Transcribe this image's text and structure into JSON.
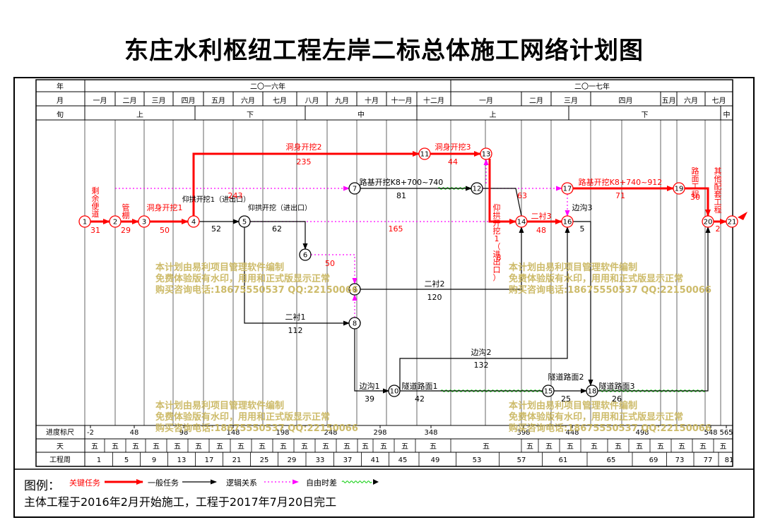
{
  "title": "东庄水利枢纽工程左岸二标总体施工网络计划图",
  "header": {
    "row_year_label": "年",
    "row_month_label": "月",
    "row_period_label": "旬",
    "years": [
      "二〇一六年",
      "二〇一七年"
    ],
    "months": [
      "一月",
      "二月",
      "三月",
      "四月",
      "五月",
      "六月",
      "七月",
      "八月",
      "九月",
      "十月",
      "十一月",
      "十二月",
      "一月",
      "二月",
      "三月",
      "四月",
      "五月",
      "六月",
      "七月"
    ],
    "periods": [
      "上",
      "下",
      "中",
      "上",
      "下",
      "中"
    ]
  },
  "footer": {
    "row_progress_label": "进度标尺",
    "row_day_label": "天",
    "row_week_label": "工程周",
    "progress_ticks": [
      "-2",
      "48",
      "98",
      "148",
      "198",
      "248",
      "298",
      "348",
      "398",
      "448",
      "498",
      "548",
      "565"
    ],
    "day_mark": "五",
    "weeks": [
      "1",
      "5",
      "9",
      "13",
      "17",
      "21",
      "25",
      "29",
      "33",
      "37",
      "41",
      "45",
      "49",
      "53",
      "57",
      "61",
      "65",
      "69",
      "73",
      "77",
      "81"
    ]
  },
  "legend": {
    "label": "图例：",
    "critical": "关键任务",
    "normal": "一般任务",
    "logic": "逻辑关系",
    "float": "自由时差",
    "colors": {
      "critical": "#ff0000",
      "normal": "#000000",
      "logic": "#ff00ff",
      "float": "#00cc00"
    }
  },
  "footnote": "主体工程于2016年2月开始施工，工程于2017年7月20日完工",
  "watermark": [
    "本计划由易利项目管理软件编制",
    "免费体验版有水印，用用和正式版显示正常",
    "购买咨询电话:18675550537 QQ:22150066"
  ],
  "chart_data": {
    "type": "network",
    "nodes": [
      "1",
      "2",
      "3",
      "4",
      "5",
      "6",
      "7",
      "8",
      "9",
      "10",
      "11",
      "12",
      "13",
      "14",
      "15",
      "16",
      "17",
      "18",
      "19",
      "20",
      "21"
    ],
    "tasks": [
      {
        "name": "剩余便道",
        "duration": "31",
        "kind": "critical"
      },
      {
        "name": "管棚",
        "duration": "29",
        "kind": "critical"
      },
      {
        "name": "洞身开挖1",
        "duration": "50",
        "kind": "critical"
      },
      {
        "name": "洞身开挖2",
        "duration": "235",
        "kind": "critical"
      },
      {
        "name": "洞身开挖3",
        "duration": "44",
        "kind": "critical"
      },
      {
        "name": "仰拱开挖1（进出口）",
        "duration": "8",
        "kind": "critical"
      },
      {
        "name": "二衬3",
        "duration": "48",
        "kind": "critical"
      },
      {
        "name": "路基开挖K8+740~912",
        "duration": "71",
        "kind": "critical"
      },
      {
        "name": "路面工程",
        "duration": "30",
        "kind": "critical"
      },
      {
        "name": "其他配套工程",
        "duration": "2",
        "kind": "critical"
      },
      {
        "name": "仰拱开挖1（进出口）",
        "duration": "52",
        "kind": "normal"
      },
      {
        "name": "仰拱开挖（进出口）",
        "duration": "62",
        "kind": "normal"
      },
      {
        "name": "路基开挖K8+700~740",
        "duration": "81",
        "kind": "normal"
      },
      {
        "name": "二衬2",
        "duration": "120",
        "kind": "normal"
      },
      {
        "name": "二衬1",
        "duration": "112",
        "kind": "normal"
      },
      {
        "name": "边沟1",
        "duration": "39",
        "kind": "normal"
      },
      {
        "name": "隧道路面1",
        "duration": "42",
        "kind": "normal"
      },
      {
        "name": "边沟2",
        "duration": "132",
        "kind": "normal"
      },
      {
        "name": "隧道路面2",
        "duration": "25",
        "kind": "normal"
      },
      {
        "name": "隧道路面3",
        "duration": "26",
        "kind": "normal"
      },
      {
        "name": "边沟3",
        "duration": "5",
        "kind": "normal"
      }
    ],
    "free_floats": [
      "243",
      "165",
      "50",
      "63"
    ]
  }
}
